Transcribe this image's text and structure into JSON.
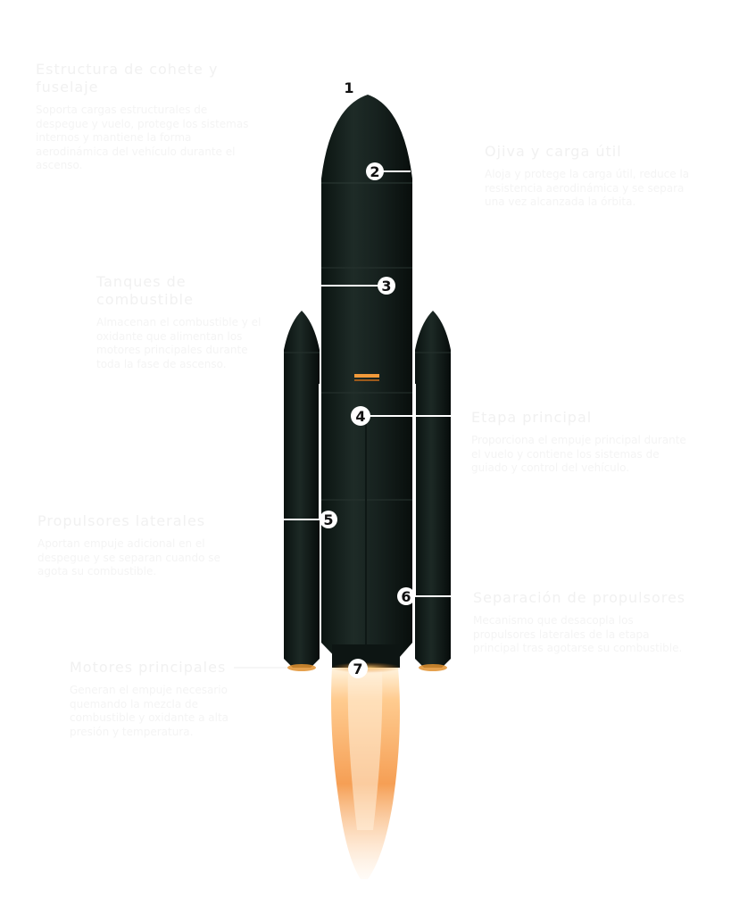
{
  "markers": [
    {
      "id": 1,
      "label": "1"
    },
    {
      "id": 2,
      "label": "2"
    },
    {
      "id": 3,
      "label": "3"
    },
    {
      "id": 4,
      "label": "4"
    },
    {
      "id": 5,
      "label": "5"
    },
    {
      "id": 6,
      "label": "6"
    },
    {
      "id": 7,
      "label": "7"
    }
  ],
  "callouts": {
    "c1": {
      "title": "Estructura de cohete y fuselaje",
      "body": "Soporta cargas estructurales de despegue y vuelo, protege los sistemas internos y mantiene la forma aerodinámica del vehículo durante el ascenso."
    },
    "c2": {
      "title": "Ojiva y carga útil",
      "body": "Aloja y protege la carga útil, reduce la resistencia aerodinámica y se separa una vez alcanzada la órbita."
    },
    "c3": {
      "title": "Tanques de combustible",
      "body": "Almacenan el combustible y el oxidante que alimentan los motores principales durante toda la fase de ascenso."
    },
    "c4": {
      "title": "Etapa principal",
      "body": "Proporciona el empuje principal durante el vuelo y contiene los sistemas de guiado y control del vehículo."
    },
    "c5": {
      "title": "Propulsores laterales",
      "body": "Aportan empuje adicional en el despegue y se separan cuando se agota su combustible."
    },
    "c6": {
      "title": "Separación de propulsores",
      "body": "Mecanismo que desacopla los propulsores laterales de la etapa principal tras agotarse su combustible."
    },
    "c7": {
      "title": "Motores principales",
      "body": "Generan el empuje necesario quemando la mezcla de combustible y oxidante a alta presión y temperatura."
    }
  }
}
